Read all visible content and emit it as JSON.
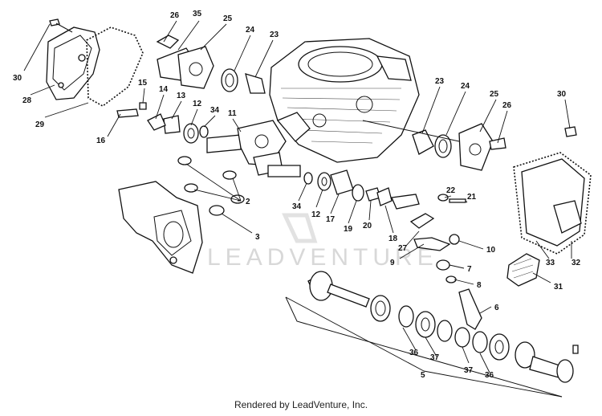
{
  "watermark": "LEADVENTURE",
  "footer": "Rendered by LeadVenture, Inc.",
  "callouts": [
    "30",
    "28",
    "29",
    "26",
    "35",
    "25",
    "24",
    "23",
    "15",
    "14",
    "13",
    "12",
    "34",
    "11",
    "16",
    "23",
    "24",
    "25",
    "26",
    "30",
    "2",
    "3",
    "34",
    "12",
    "17",
    "19",
    "20",
    "18",
    "22",
    "21",
    "27",
    "10",
    "9",
    "7",
    "8",
    "6",
    "31",
    "33",
    "32",
    "36",
    "37",
    "37",
    "36",
    "5"
  ]
}
